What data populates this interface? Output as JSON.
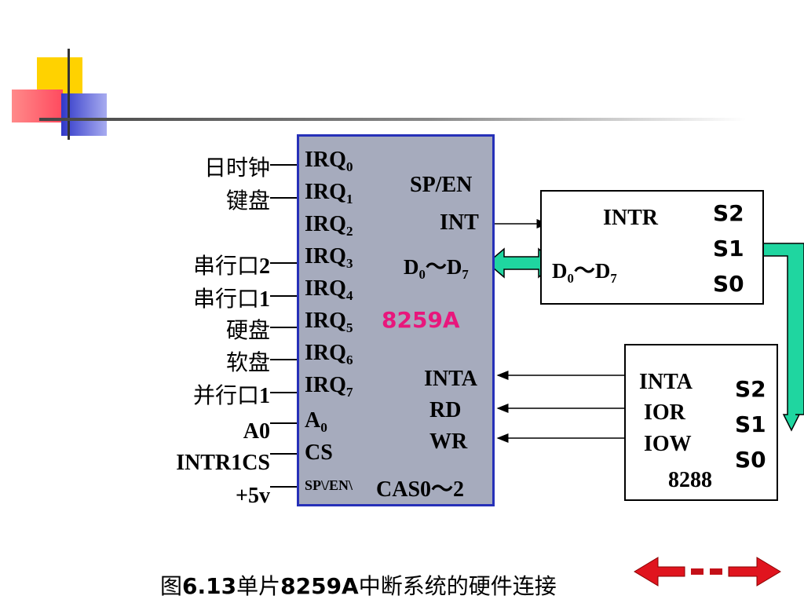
{
  "left_labels": {
    "l0": "日时钟",
    "l1": "键盘",
    "l2_text": "串行口",
    "l2_num": "2",
    "l3_text": "串行口",
    "l3_num": "1",
    "l4": "硬盘",
    "l5": "软盘",
    "l6_text": "并行口",
    "l6_num": "1",
    "a0": "A0",
    "intr1cs": "INTR1CS",
    "vcc": "+5v"
  },
  "chip_8259a": {
    "name": "8259A",
    "name_color": "#e8177c",
    "irq_prefix": "IRQ",
    "irq_subs": [
      "0",
      "1",
      "2",
      "3",
      "4",
      "5",
      "6",
      "7"
    ],
    "a0_main": "A",
    "a0_sub": "0",
    "cs": "CS",
    "sp_en_left": "SP\\/EN\\",
    "cas": "CAS0～2",
    "sp_en_right": "SP/EN",
    "int": "INT",
    "d_main": "D",
    "d_sub0": "0",
    "d_tilde": "～D",
    "d_sub7": "7",
    "inta": "INTA",
    "rd": "RD",
    "wr": "WR"
  },
  "cpu_box": {
    "intr": "INTR",
    "d_main": "D",
    "d_sub0": "0",
    "d_tilde": "～D",
    "d_sub7": "7",
    "s2": "S2",
    "s1": "S1",
    "s0": "S0"
  },
  "box_8288": {
    "inta": "INTA",
    "ior": "IOR",
    "iow": "IOW",
    "name": "8288",
    "s2": "S2",
    "s1": "S1",
    "s0": "S0"
  },
  "caption": {
    "prefix": "图",
    "num": "6.13",
    "mid": "单片",
    "chip": "8259A",
    "suffix": "中断系统的硬件连接"
  },
  "colors": {
    "chip_fill": "#a6abbd",
    "chip_border": "#2630b8",
    "bus_arrow": "#1fd6a0",
    "nav_arrow": "#e0141e"
  }
}
